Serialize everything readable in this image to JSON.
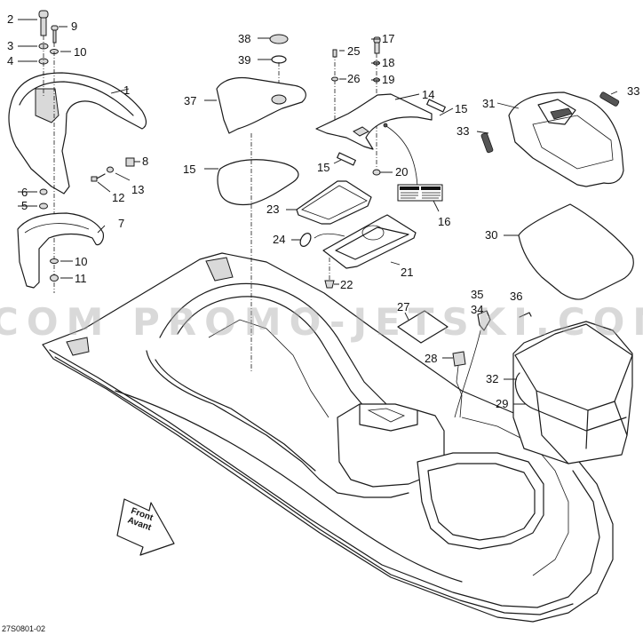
{
  "diagram": {
    "id_code": "27S0801-02",
    "watermark": "COM PROMO-JETSKI.COM PROMO-JETSKI",
    "direction_arrow": {
      "line1": "Front",
      "line2": "Avant"
    },
    "callouts": [
      {
        "num": "1",
        "part": "front-cover"
      },
      {
        "num": "2",
        "part": "bolt"
      },
      {
        "num": "3",
        "part": "washer"
      },
      {
        "num": "4",
        "part": "washer"
      },
      {
        "num": "5",
        "part": "washer"
      },
      {
        "num": "6",
        "part": "nut"
      },
      {
        "num": "7",
        "part": "lower-cover"
      },
      {
        "num": "8",
        "part": "clip-nut"
      },
      {
        "num": "9",
        "part": "screw"
      },
      {
        "num": "10",
        "part": "washer"
      },
      {
        "num": "10",
        "part": "washer"
      },
      {
        "num": "11",
        "part": "nut"
      },
      {
        "num": "12",
        "part": "screw"
      },
      {
        "num": "13",
        "part": "washer"
      },
      {
        "num": "14",
        "part": "console-panel"
      },
      {
        "num": "15",
        "part": "strip"
      },
      {
        "num": "15",
        "part": "strip"
      },
      {
        "num": "15",
        "part": "strip"
      },
      {
        "num": "16",
        "part": "warning-label"
      },
      {
        "num": "17",
        "part": "bolt"
      },
      {
        "num": "18",
        "part": "washer"
      },
      {
        "num": "19",
        "part": "washer"
      },
      {
        "num": "20",
        "part": "nut"
      },
      {
        "num": "21",
        "part": "glove-box-tray"
      },
      {
        "num": "22",
        "part": "nut"
      },
      {
        "num": "23",
        "part": "gasket"
      },
      {
        "num": "24",
        "part": "o-ring"
      },
      {
        "num": "25",
        "part": "screw"
      },
      {
        "num": "26",
        "part": "washer"
      },
      {
        "num": "27",
        "part": "bracket"
      },
      {
        "num": "28",
        "part": "cap"
      },
      {
        "num": "29",
        "part": "storage-bin"
      },
      {
        "num": "30",
        "part": "seal"
      },
      {
        "num": "31",
        "part": "storage-cover"
      },
      {
        "num": "32",
        "part": "strap"
      },
      {
        "num": "33",
        "part": "pad"
      },
      {
        "num": "33",
        "part": "pad"
      },
      {
        "num": "34",
        "part": "latch"
      },
      {
        "num": "35",
        "part": "latch-hook"
      },
      {
        "num": "36",
        "part": "pin"
      },
      {
        "num": "37",
        "part": "storage-basin"
      },
      {
        "num": "38",
        "part": "drain-plug"
      },
      {
        "num": "39",
        "part": "gasket-ring"
      }
    ]
  }
}
